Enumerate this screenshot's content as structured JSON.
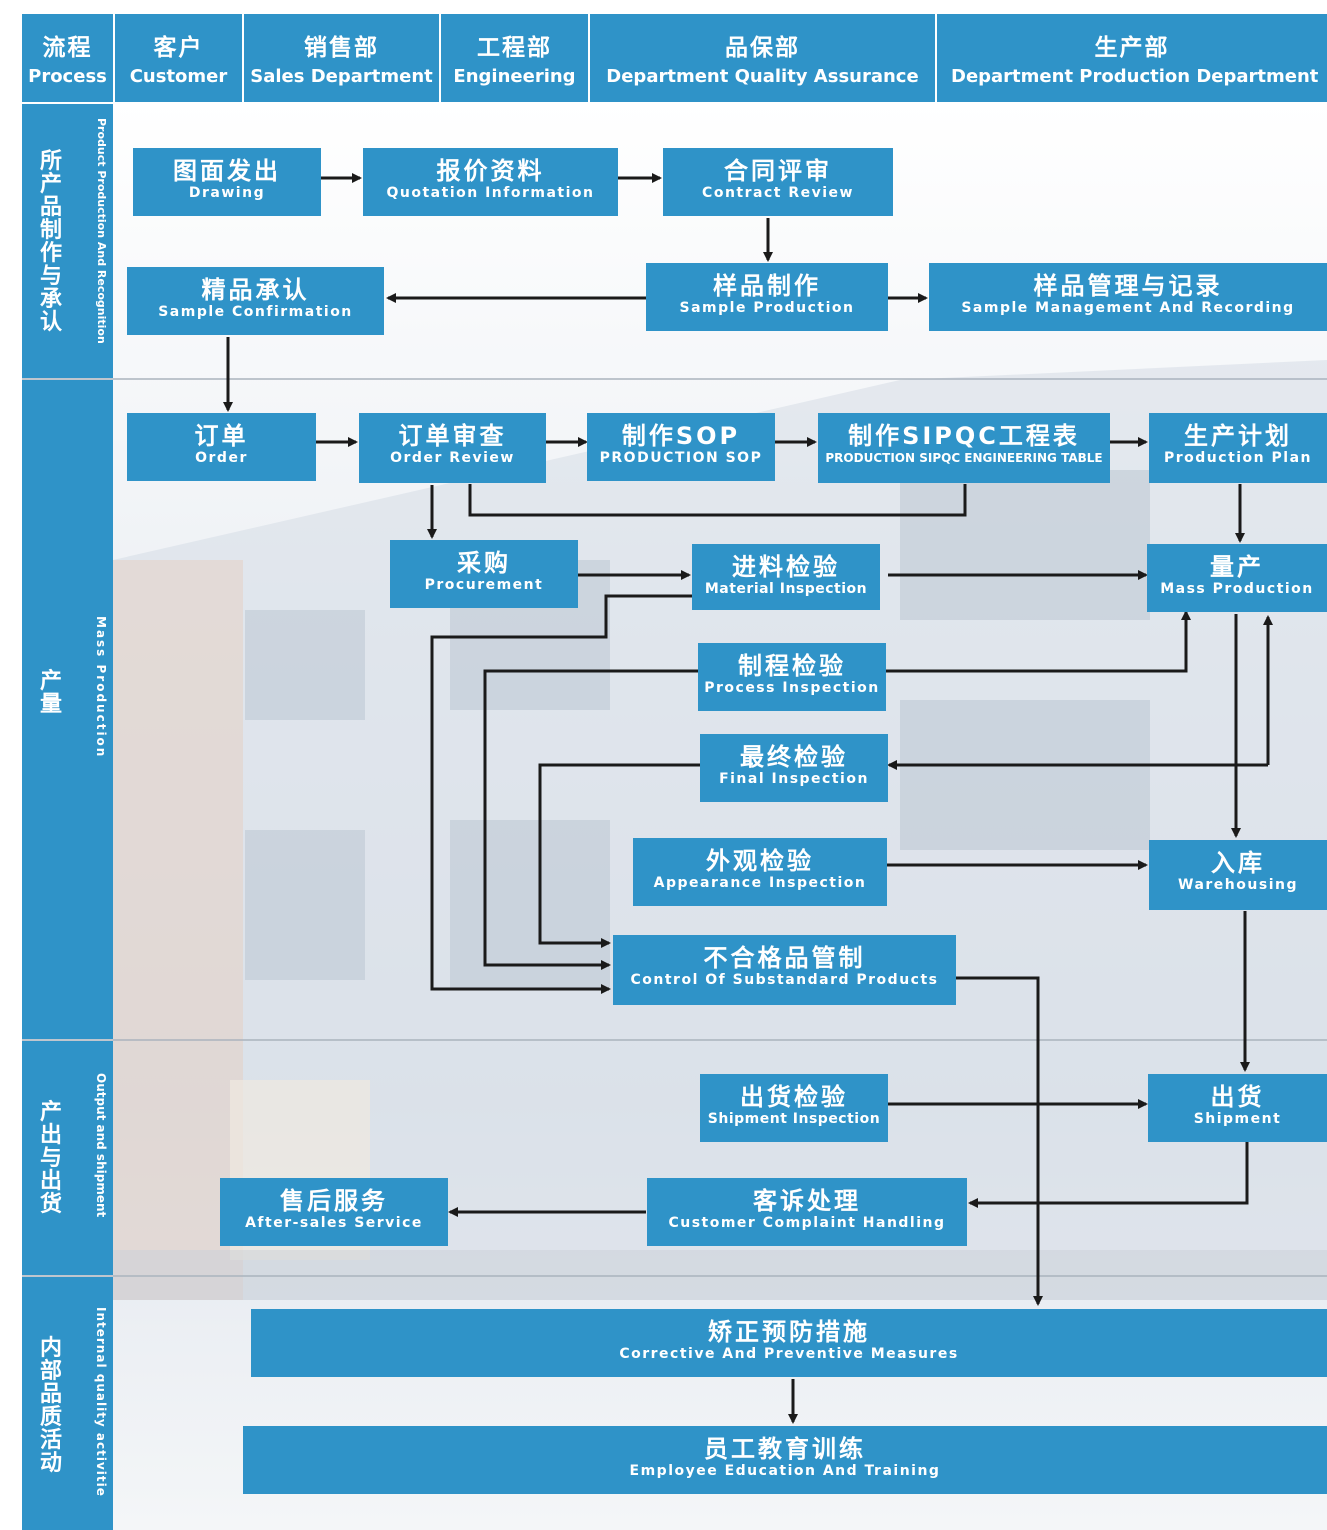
{
  "header": {
    "process": {
      "zh": "流程",
      "en": "Process"
    },
    "customer": {
      "zh": "客户",
      "en": "Customer"
    },
    "sales": {
      "zh": "销售部",
      "en": "Sales Department"
    },
    "engineering": {
      "zh": "工程部",
      "en": "Engineering"
    },
    "quality": {
      "zh": "品保部",
      "en": "Department Quality Assurance"
    },
    "production": {
      "zh": "生产部",
      "en": "Department Production Department"
    }
  },
  "stages": [
    {
      "zh": "所产品制作与承认",
      "en": "Product Production And Recognition"
    },
    {
      "zh": "产量",
      "en": "Mass Production"
    },
    {
      "zh": "产出与出货",
      "en": "Output and shipment"
    },
    {
      "zh": "内部品质活动",
      "en": "Internal quality activitie"
    }
  ],
  "boxes": {
    "drawing": {
      "zh": "图面发出",
      "en": "Drawing"
    },
    "quotation": {
      "zh": "报价资料",
      "en": "Quotation Information"
    },
    "contract": {
      "zh": "合同评审",
      "en": "Contract Review"
    },
    "sample_conf": {
      "zh": "精品承认",
      "en": "Sample Confirmation"
    },
    "sample_prod": {
      "zh": "样品制作",
      "en": "Sample Production"
    },
    "sample_mgmt": {
      "zh": "样品管理与记录",
      "en": "Sample Management And Recording"
    },
    "order": {
      "zh": "订单",
      "en": "Order"
    },
    "order_review": {
      "zh": "订单审查",
      "en": "Order Review"
    },
    "sop": {
      "zh": "制作SOP",
      "en": "PRODUCTION SOP"
    },
    "sipqc": {
      "zh": "制作SIPQC工程表",
      "en": "PRODUCTION SIPQC ENGINEERING TABLE"
    },
    "plan": {
      "zh": "生产计划",
      "en": "Production Plan"
    },
    "procurement": {
      "zh": "采购",
      "en": "Procurement"
    },
    "material": {
      "zh": "进料检验",
      "en": "Material Inspection"
    },
    "mass": {
      "zh": "量产",
      "en": "Mass Production"
    },
    "process_insp": {
      "zh": "制程检验",
      "en": "Process Inspection"
    },
    "final_insp": {
      "zh": "最终检验",
      "en": "Final Inspection"
    },
    "appearance": {
      "zh": "外观检验",
      "en": "Appearance Inspection"
    },
    "warehousing": {
      "zh": "入库",
      "en": "Warehousing"
    },
    "substandard": {
      "zh": "不合格品管制",
      "en": "Control Of Substandard Products"
    },
    "ship_insp": {
      "zh": "出货检验",
      "en": "Shipment Inspection"
    },
    "shipment": {
      "zh": "出货",
      "en": "Shipment"
    },
    "after_sales": {
      "zh": "售后服务",
      "en": "After-sales Service"
    },
    "complaint": {
      "zh": "客诉处理",
      "en": "Customer Complaint Handling"
    },
    "corrective": {
      "zh": "矫正预防措施",
      "en": "Corrective And Preventive Measures"
    },
    "training": {
      "zh": "员工教育训练",
      "en": "Employee Education And Training"
    }
  },
  "colors": {
    "box": "#2f93c8",
    "arrow": "#1a1a1a",
    "background_tint": "#dde3ea"
  }
}
